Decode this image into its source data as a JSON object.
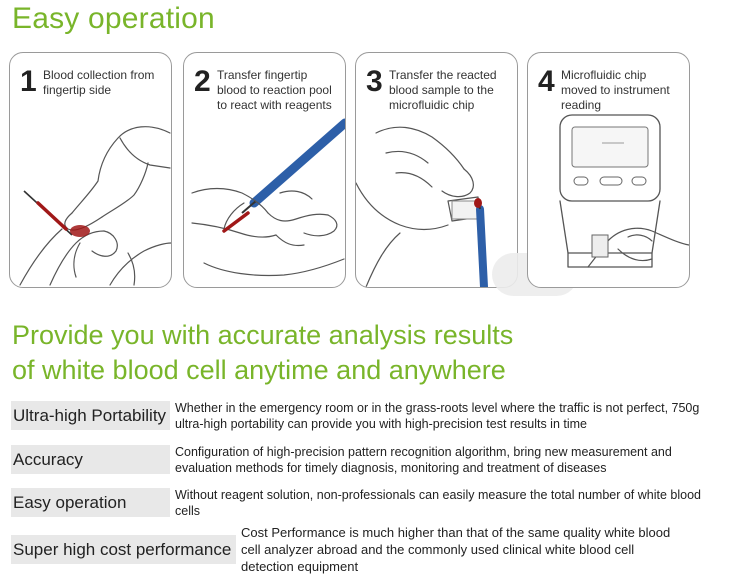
{
  "header": {
    "title": "Easy operation"
  },
  "steps": [
    {
      "number": "1",
      "text": "Blood collection from fingertip side"
    },
    {
      "number": "2",
      "text": "Transfer fingertip blood to reaction pool to react with reagents"
    },
    {
      "number": "3",
      "text": "Transfer the reacted blood sample to the microfluidic chip"
    },
    {
      "number": "4",
      "text": "Microfluidic chip moved to instrument reading"
    }
  ],
  "headline": {
    "line1": "Provide you with accurate analysis results",
    "line2": "of white blood cell anytime and anywhere"
  },
  "features": [
    {
      "label": "Ultra-high Portability",
      "description": "Whether in the emergency room or in the grass-roots level where the traffic is not perfect, 750g ultra-high portability can provide you with high-precision test results in time"
    },
    {
      "label": "Accuracy",
      "description": "Configuration of high-precision pattern recognition algorithm, bring new measurement and evaluation methods for timely diagnosis, monitoring and treatment of diseases"
    },
    {
      "label": "Easy operation",
      "description": "Without reagent solution, non-professionals can easily measure the total number of white blood cells"
    },
    {
      "label": "Super high cost performance",
      "description": "Cost Performance is much higher than that of the same quality white blood cell analyzer abroad and the commonly used clinical white blood cell detection equipment"
    }
  ],
  "colors": {
    "accent_green": "#79b52a",
    "label_bg": "#e8e8e8",
    "lancet_blue": "#2d5fa8",
    "blood_red": "#a01818"
  }
}
